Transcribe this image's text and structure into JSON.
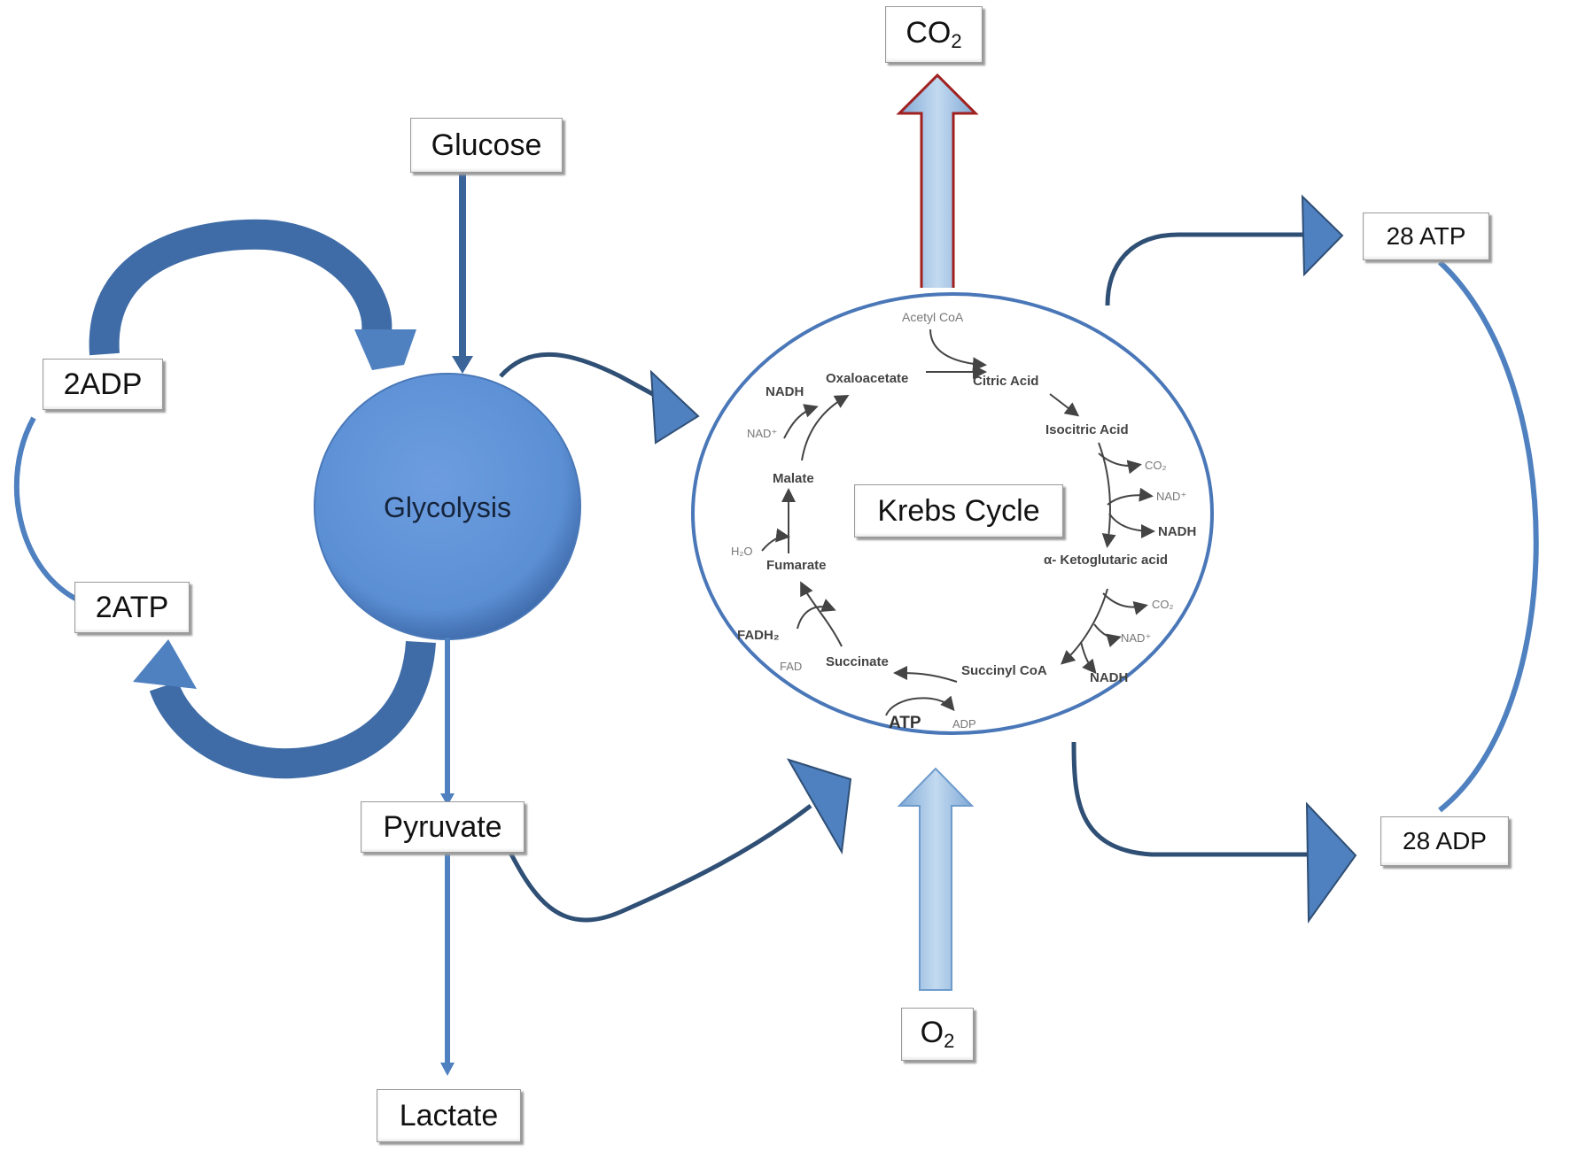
{
  "nodes": {
    "glucose": "Glucose",
    "glycolysis": "Glycolysis",
    "adp_left": "2ADP",
    "atp_left": "2ATP",
    "pyruvate": "Pyruvate",
    "lactate": "Lactate",
    "krebs": "Krebs Cycle",
    "co2_out": "CO",
    "co2_sub": "2",
    "o2_in": "O",
    "o2_sub": "2",
    "atp_28": "28 ATP",
    "adp_28": "28 ADP"
  },
  "cycle": {
    "acetyl_coa": "Acetyl CoA",
    "oxaloacetate": "Oxaloacetate",
    "citric_acid": "Citric Acid",
    "isocitric_acid": "Isocitric Acid",
    "ketoglutaric_acid": "α- Ketoglutaric acid",
    "succinyl_coa": "Succinyl CoA",
    "succinate": "Succinate",
    "fumarate": "Fumarate",
    "malate": "Malate",
    "nadh_1": "NADH",
    "nad_1": "NAD⁺",
    "co2_1": "CO₂",
    "nad_2": "NAD⁺",
    "nadh_2": "NADH",
    "co2_2": "CO₂",
    "nad_3": "NAD⁺",
    "nadh_3": "NADH",
    "atp": "ATP",
    "adp": "ADP",
    "fadh2": "FADH₂",
    "fad": "FAD",
    "h2o": "H₂O"
  },
  "colors": {
    "circle_fill": "#5b8fd4",
    "arrow_blue": "#4f80bf",
    "arrow_dark": "#3b6499",
    "line_dark": "#2f4f75",
    "ring": "#4a77b8",
    "thick_arrow": "#9cc0e4",
    "co2_outline": "#a02020"
  }
}
